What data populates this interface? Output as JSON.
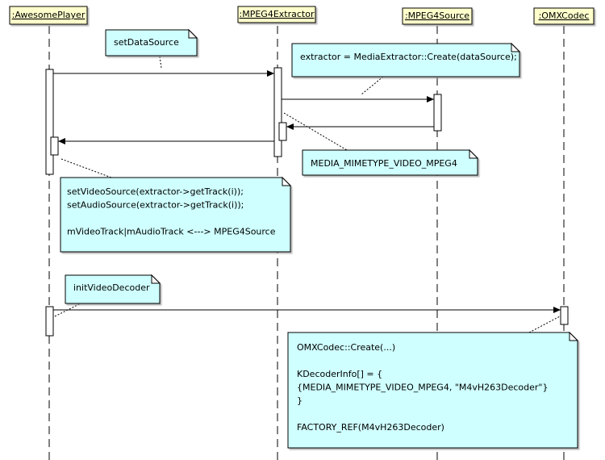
{
  "participants": [
    {
      "id": "awesome",
      "label": ":AwesomePlayer"
    },
    {
      "id": "extractor",
      "label": ":MPEG4Extractor"
    },
    {
      "id": "source",
      "label": ":MPEG4Source"
    },
    {
      "id": "omx",
      "label": ":OMXCodec"
    }
  ],
  "notes": {
    "set_data_source": [
      "setDataSource"
    ],
    "create_extractor": [
      "extractor = MediaExtractor::Create(dataSource);"
    ],
    "mimetype": [
      "MEDIA_MIMETYPE_VIDEO_MPEG4"
    ],
    "set_tracks": [
      "setVideoSource(extractor->getTrack(i));",
      "setAudioSource(extractor->getTrack(i));",
      "",
      "mVideoTrack|mAudioTrack <---> MPEG4Source"
    ],
    "init_decoder": [
      "initVideoDecoder"
    ],
    "omx_create": [
      "OMXCodec::Create(...)",
      "",
      "KDecoderInfo[] = {",
      "{MEDIA_MIMETYPE_VIDEO_MPEG4, \"M4vH263Decoder\"}",
      "}",
      "",
      "FACTORY_REF(M4vH263Decoder)"
    ]
  },
  "colors": {
    "header_fill": "#ffffcc",
    "note_fill": "#ccffff",
    "line": "#000000"
  }
}
